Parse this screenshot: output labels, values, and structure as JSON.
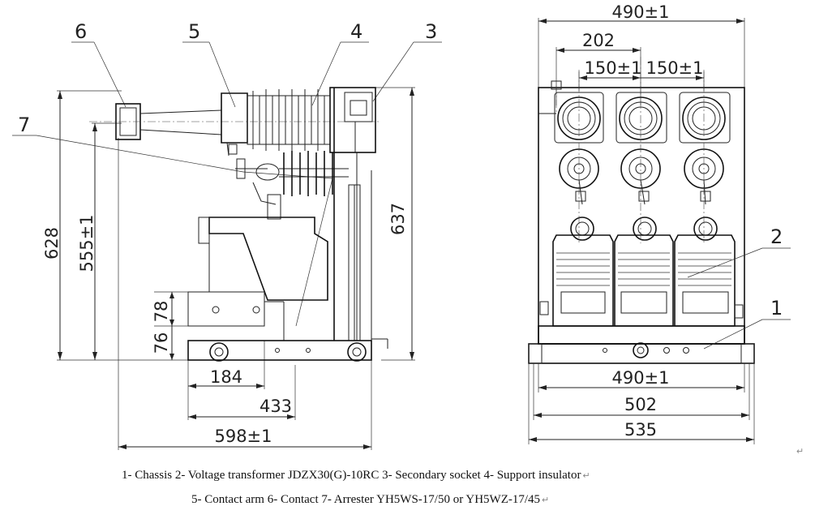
{
  "side_view": {
    "callouts": [
      "6",
      "5",
      "4",
      "3",
      "7"
    ],
    "dims": {
      "h628": "628",
      "h555": "555±1",
      "h637": "637",
      "h78": "78",
      "h76": "76",
      "w184": "184",
      "w433": "433",
      "w598": "598±1"
    }
  },
  "front_view": {
    "callouts": [
      "2",
      "1"
    ],
    "dims": {
      "top490": "490±1",
      "w202": "202",
      "p150a": "150±1",
      "p150b": "150±1",
      "b490": "490±1",
      "w502": "502",
      "w535": "535"
    }
  },
  "legend": {
    "line1": "1- Chassis    2- Voltage transformer JDZX30(G)-10RC    3- Secondary socket    4- Support insulator",
    "line2": "5- Contact arm    6- Contact    7- Arrester YH5WS-17/50 or YH5WZ-17/45",
    "return_mark": "↵"
  }
}
